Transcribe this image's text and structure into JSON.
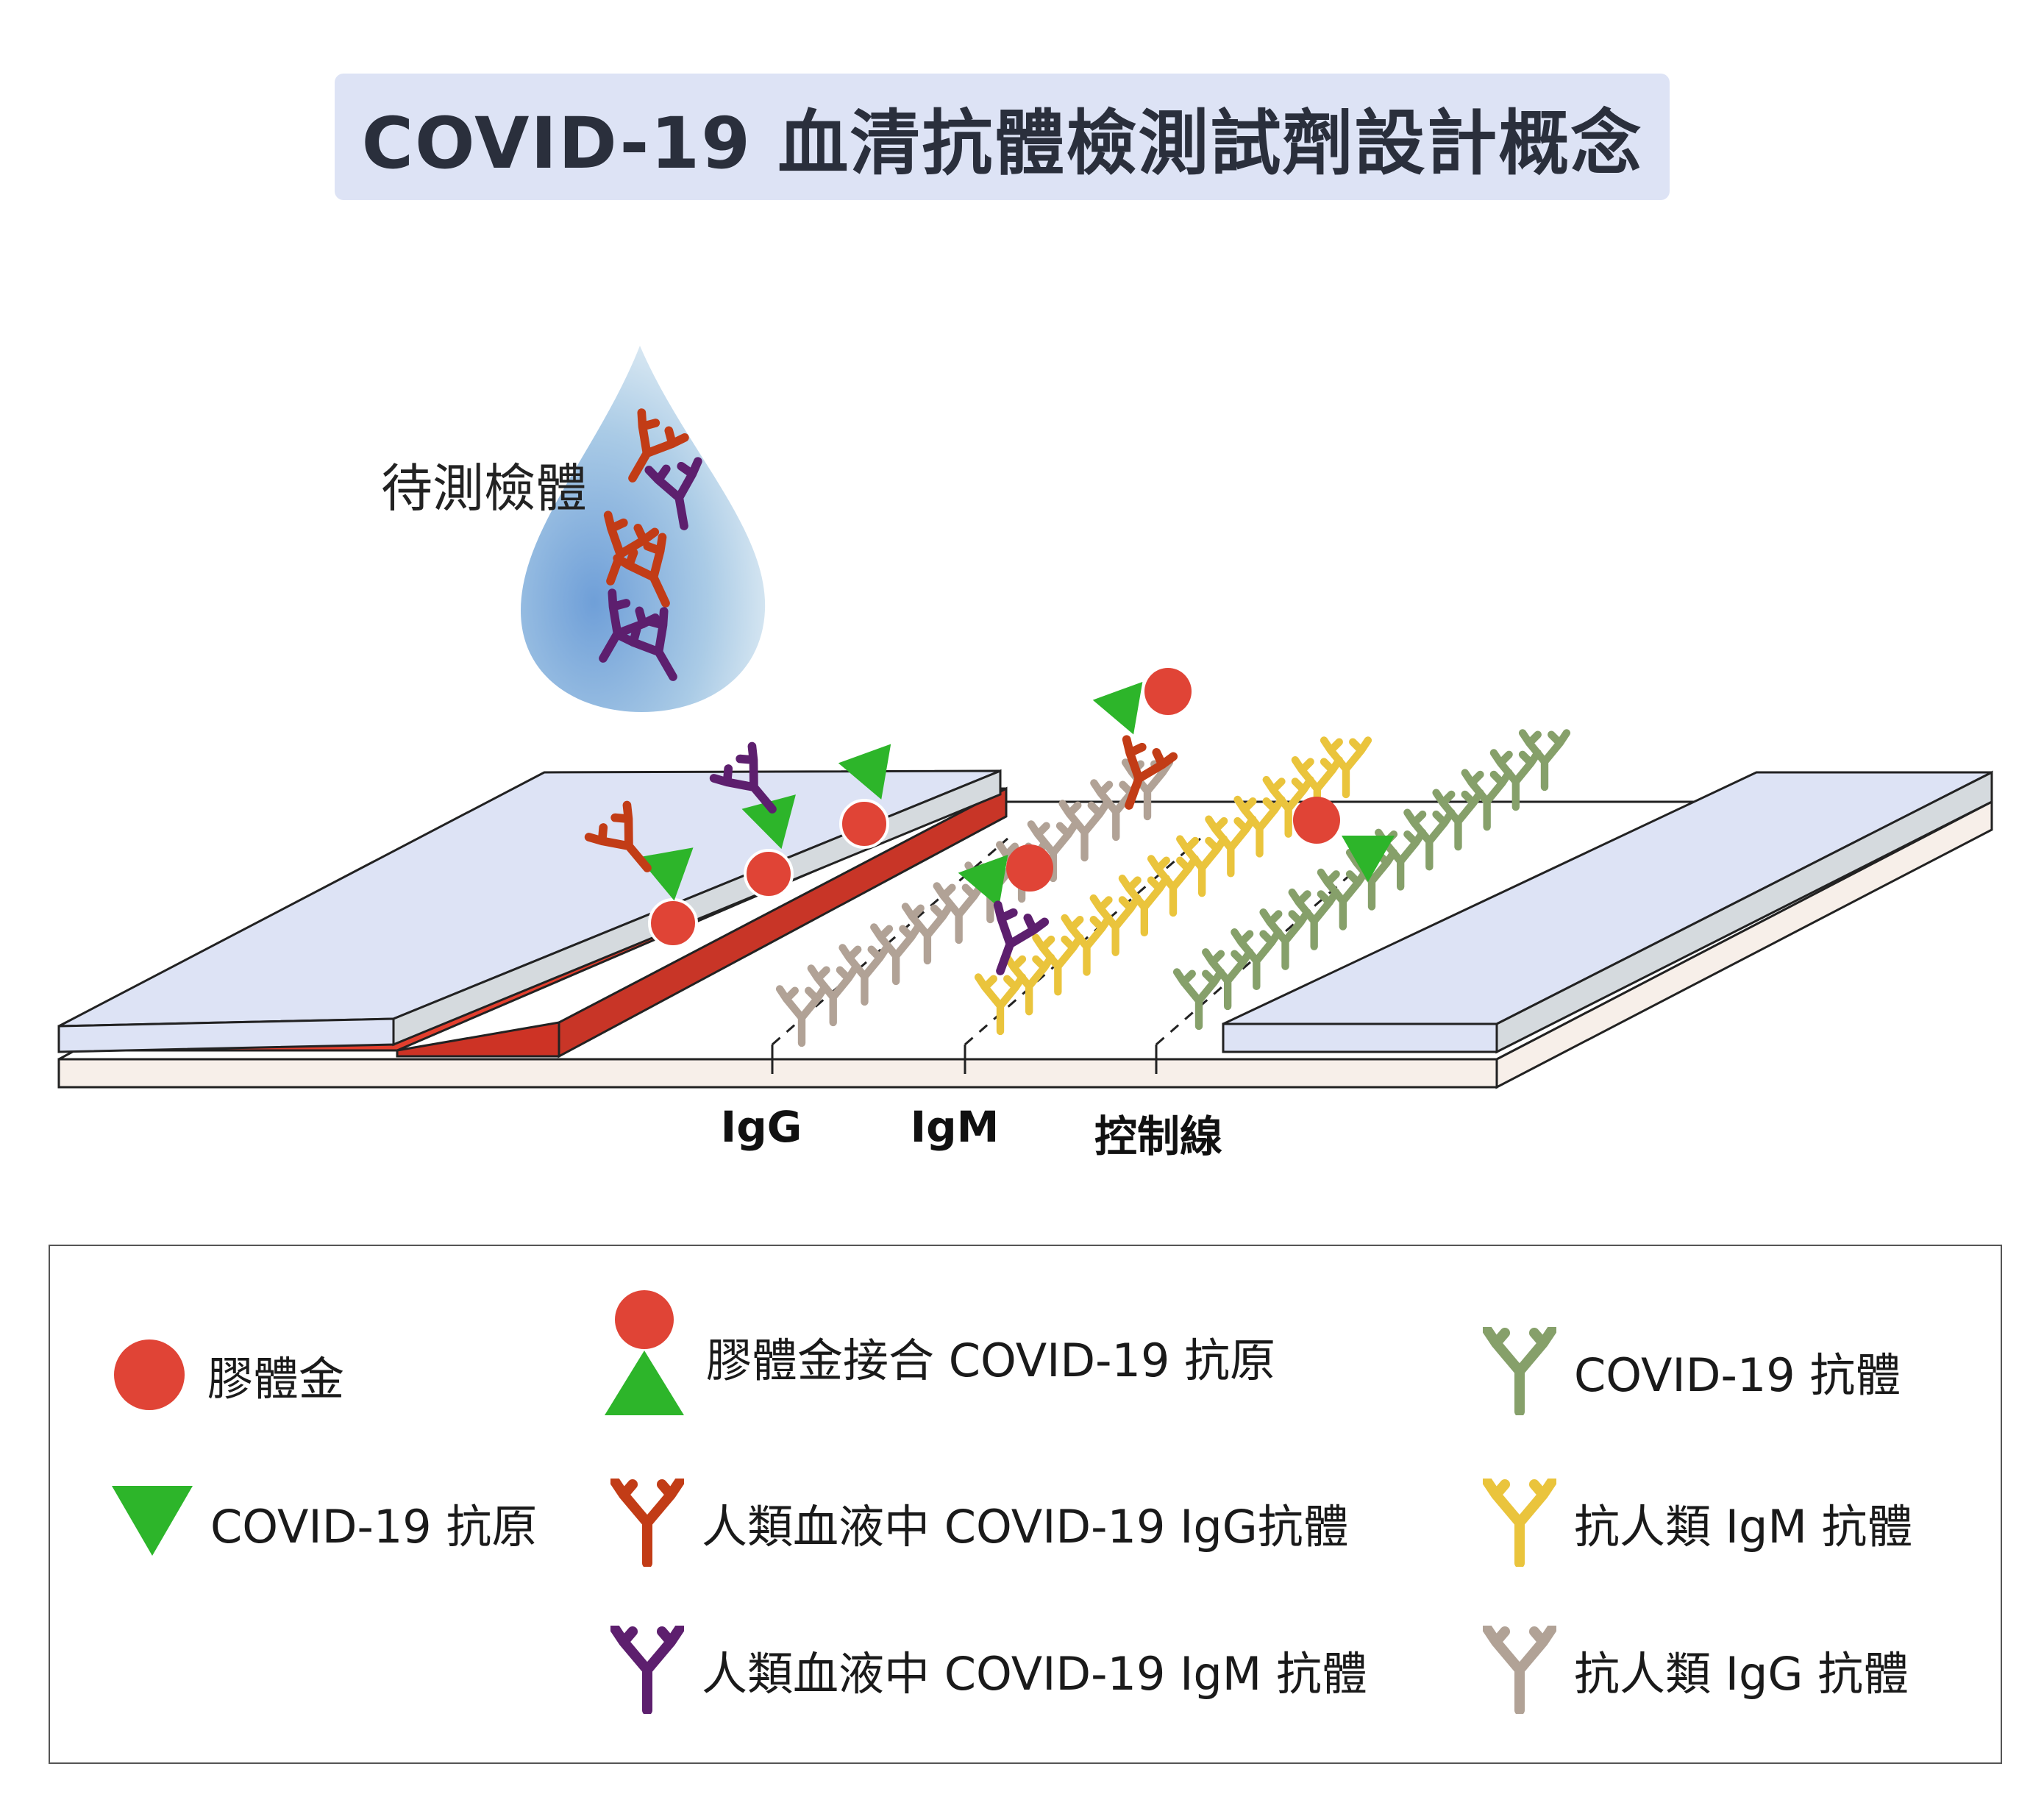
{
  "title": "COVID-19 血清抗體檢測試劑設計概念",
  "sample_label": "待測檢體",
  "test_lines": [
    {
      "label": "IgG"
    },
    {
      "label": "IgM"
    },
    {
      "label": "控制線"
    }
  ],
  "legend": [
    {
      "icon": "gold-particle",
      "label": "膠體金"
    },
    {
      "icon": "gold-conjugated-antigen",
      "label": "膠體金接合 COVID-19 抗原"
    },
    {
      "icon": "antibody-y",
      "label": "COVID-19 抗體",
      "color": "#86a06a"
    },
    {
      "icon": "antigen-triangle",
      "label": "COVID-19 抗原"
    },
    {
      "icon": "antibody-y",
      "label": "人類血液中 COVID-19 IgG抗體",
      "color": "#c23c16"
    },
    {
      "icon": "antibody-y",
      "label": "抗人類 IgM 抗體",
      "color": "#eac43c"
    },
    {
      "icon": "antibody-y",
      "label": "人類血液中 COVID-19 IgM 抗體",
      "color": "#5d1f6e"
    },
    {
      "icon": "antibody-y",
      "label": "抗人類 IgG 抗體",
      "color": "#b1a296"
    }
  ],
  "colors": {
    "gold": "#e04436",
    "antigen": "#2db52a",
    "human_igg": "#c23c16",
    "human_igm": "#5d1f6e",
    "covid_antibody": "#86a06a",
    "anti_igm": "#eac43c",
    "anti_igg": "#b1a296",
    "pad_blue": "#dde3f5",
    "conjugate_pad": "#e33f2e",
    "strip_base": "#f7efe9"
  }
}
